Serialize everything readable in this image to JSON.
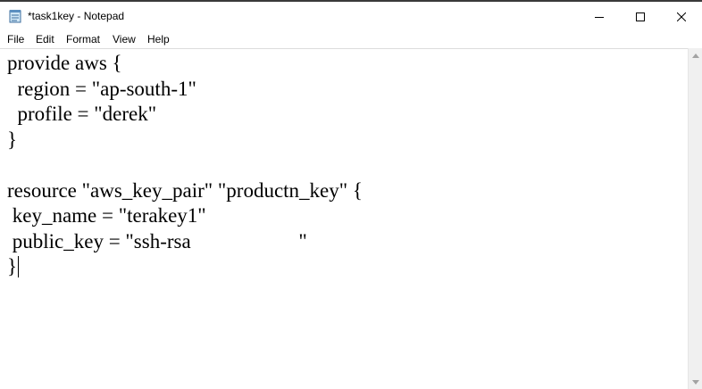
{
  "window": {
    "title": "*task1key - Notepad"
  },
  "menu": {
    "items": [
      {
        "label": "File"
      },
      {
        "label": "Edit"
      },
      {
        "label": "Format"
      },
      {
        "label": "View"
      },
      {
        "label": "Help"
      }
    ]
  },
  "editor": {
    "content": "provide aws {\n  region = \"ap-south-1\"\n  profile = \"derek\"\n}\n\nresource \"aws_key_pair\" \"productn_key\" {\n key_name = \"terakey1\"\n public_key = \"ssh-rsa                     \"\n}"
  },
  "icons": {
    "app": "notepad-icon",
    "minimize": "minimize-icon",
    "maximize": "maximize-icon",
    "close": "close-icon",
    "scroll_up": "scroll-up-arrow-icon",
    "scroll_down": "scroll-down-arrow-icon"
  }
}
